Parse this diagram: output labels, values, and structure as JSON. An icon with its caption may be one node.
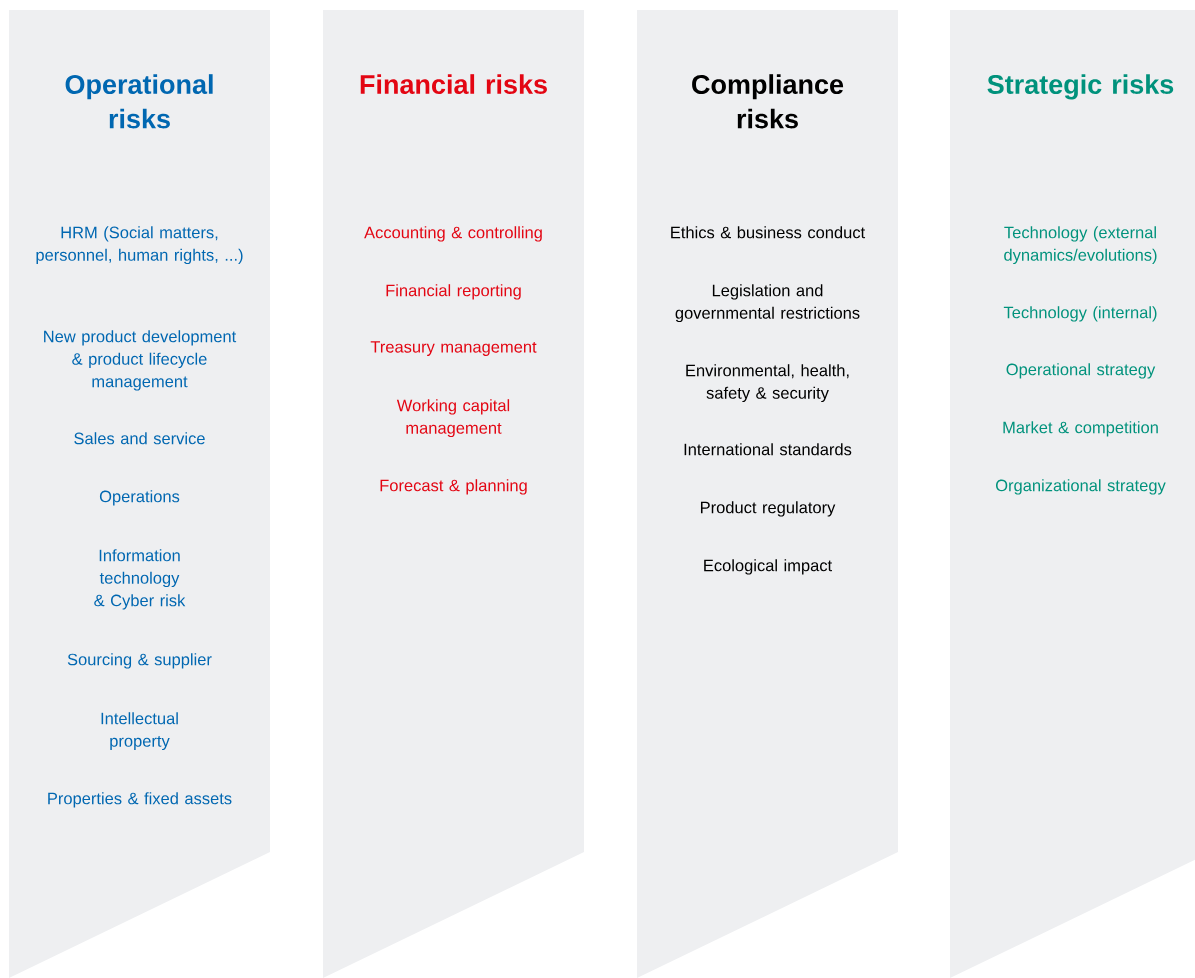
{
  "diagram": {
    "nodes": [
      {
        "text": [
          "Operational risks",
          "HRM (Social matters, personnel, human rights, ...)",
          "New product development & product lifecycle management",
          "Sales and service",
          "Operations",
          "Information technology & Cyber risk",
          "Sourcing & supplier",
          "Intellectual property",
          "Properties & fixed assets"
        ]
      },
      {
        "text": [
          "Financial risks",
          "Accounting & controlling",
          "Financial reporting",
          "Treasury management",
          "Working capital management",
          "Forecast & planning"
        ]
      },
      {
        "text": [
          "Compliance risks",
          "Ethics & business conduct",
          "Legislation and governmental restrictions",
          "Environmental, health, safety & security",
          "International standards",
          "Product regulatory",
          "Ecological impact"
        ]
      },
      {
        "text": [
          "Strategic risks",
          "Technology (external dynamics/evolutions)",
          "Technology (internal)",
          "Operational strategy",
          "Market & competition",
          "Organizational strategy"
        ]
      }
    ]
  }
}
